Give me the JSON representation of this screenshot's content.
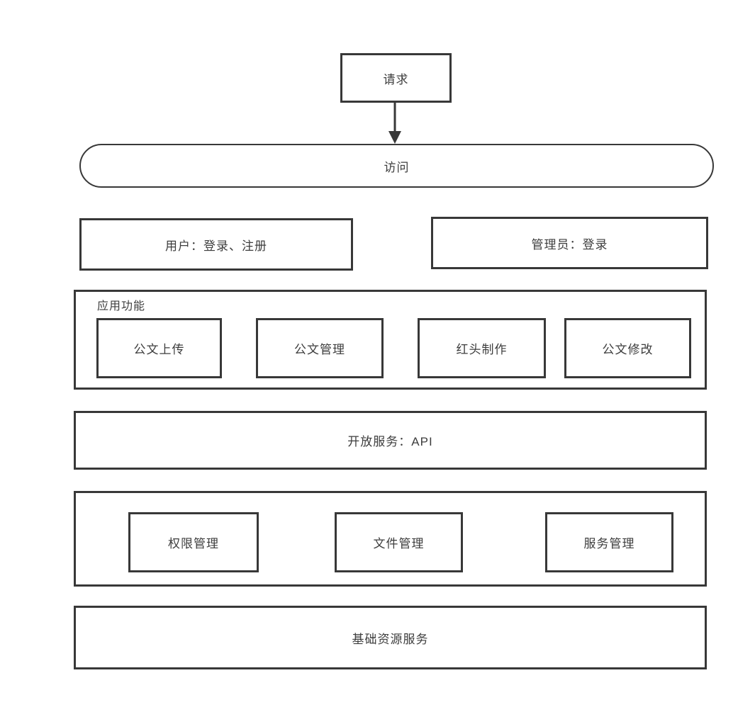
{
  "diagram": {
    "request": {
      "label": "请求"
    },
    "access": {
      "label": "访问"
    },
    "user": {
      "label": "用户：登录、注册"
    },
    "admin": {
      "label": "管理员：登录"
    },
    "app_container": {
      "label": "应用功能",
      "items": [
        {
          "label": "公文上传"
        },
        {
          "label": "公文管理"
        },
        {
          "label": "红头制作"
        },
        {
          "label": "公文修改"
        }
      ]
    },
    "api": {
      "label": "开放服务：API"
    },
    "mgmt_container": {
      "items": [
        {
          "label": "权限管理"
        },
        {
          "label": "文件管理"
        },
        {
          "label": "服务管理"
        }
      ]
    },
    "base": {
      "label": "基础资源服务"
    }
  },
  "colors": {
    "border": "#383838",
    "text": "#3d3d3d",
    "background": "#ffffff"
  }
}
